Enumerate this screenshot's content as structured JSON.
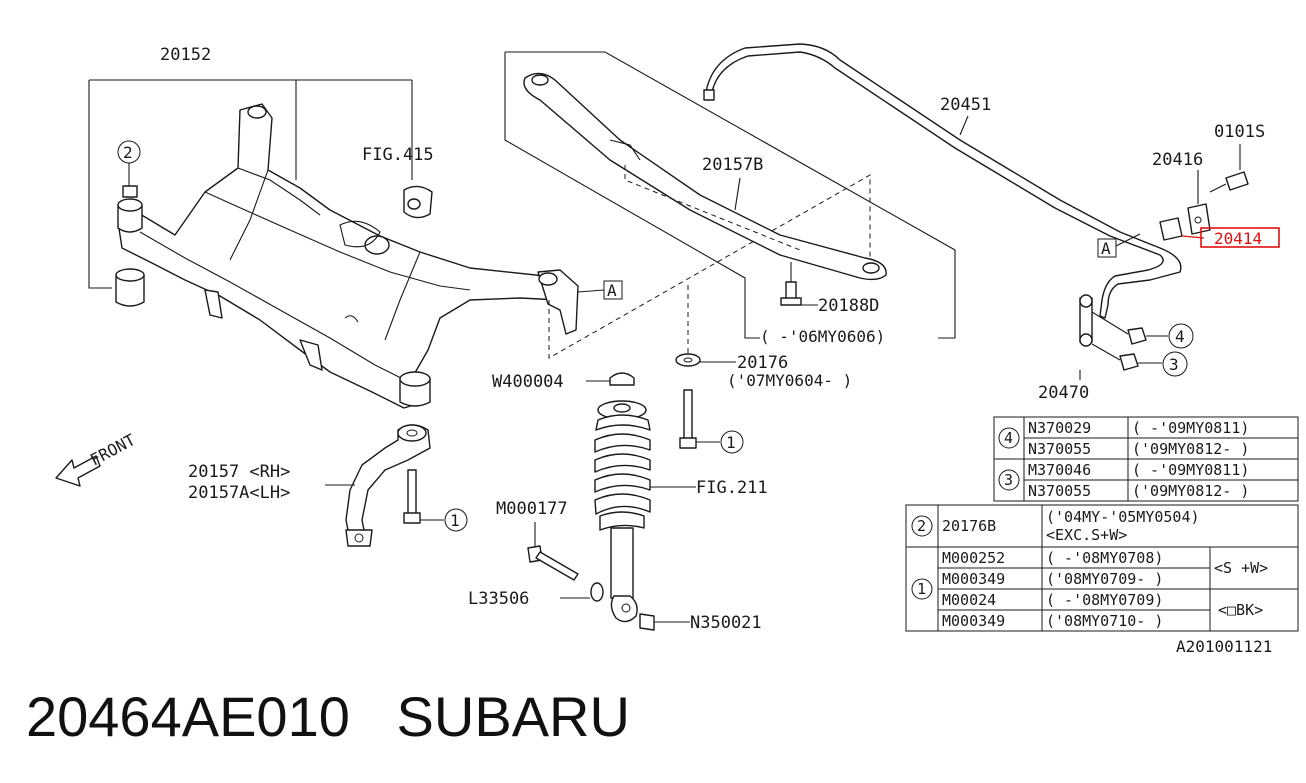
{
  "footer": {
    "part_number": "20464AE010",
    "brand": "SUBARU"
  },
  "labels": {
    "crossmember": "20152",
    "fig415": "FIG.415",
    "link": "20157B",
    "stabilizer": "20451",
    "bolt_0101s": "0101S",
    "clamp": "20416",
    "bushing_highlight": "20414",
    "bolt_20188d": "20188D",
    "range_06my": "(  -'06MY0606)",
    "washer_20176": "20176",
    "range_07my": "('07MY0604-  )",
    "w400004": "W400004",
    "fig211": "FIG.211",
    "m000177": "M000177",
    "l33506": "L33506",
    "n350021": "N350021",
    "arm_rh": "20157 <RH>",
    "arm_lh": "20157A<LH>",
    "end_link": "20470",
    "front": "FRONT",
    "ref_a": "A",
    "diagram_code": "A201001121"
  },
  "callouts": {
    "c1": "1",
    "c2": "2",
    "c3": "3",
    "c4": "4"
  },
  "table_top": [
    {
      "callout": "4",
      "part": "N370029",
      "range": "(  -'09MY0811)"
    },
    {
      "callout": "4",
      "part": "N370055",
      "range": "('09MY0812-  )"
    },
    {
      "callout": "3",
      "part": "M370046",
      "range": "(  -'09MY0811)"
    },
    {
      "callout": "3",
      "part": "N370055",
      "range": "('09MY0812-  )"
    }
  ],
  "table_bottom": {
    "row2": {
      "callout": "2",
      "part": "20176B",
      "range1": "('04MY-'05MY0504)",
      "range2": "<EXC.S+W>"
    },
    "row1": [
      {
        "part": "M000252",
        "range": "(  -'08MY0708)",
        "group": "<S  +W>"
      },
      {
        "part": "M000349",
        "range": "('08MY0709-  )",
        "group": "<S  +W>"
      },
      {
        "part": "M00024",
        "range": "(  -'08MY0709)",
        "group": "<□BK>"
      },
      {
        "part": "M000349",
        "range": "('08MY0710-  )",
        "group": "<□BK>"
      }
    ],
    "row1_callout": "1"
  },
  "colors": {
    "highlight": "#e01010",
    "ink": "#1a1a1a"
  }
}
